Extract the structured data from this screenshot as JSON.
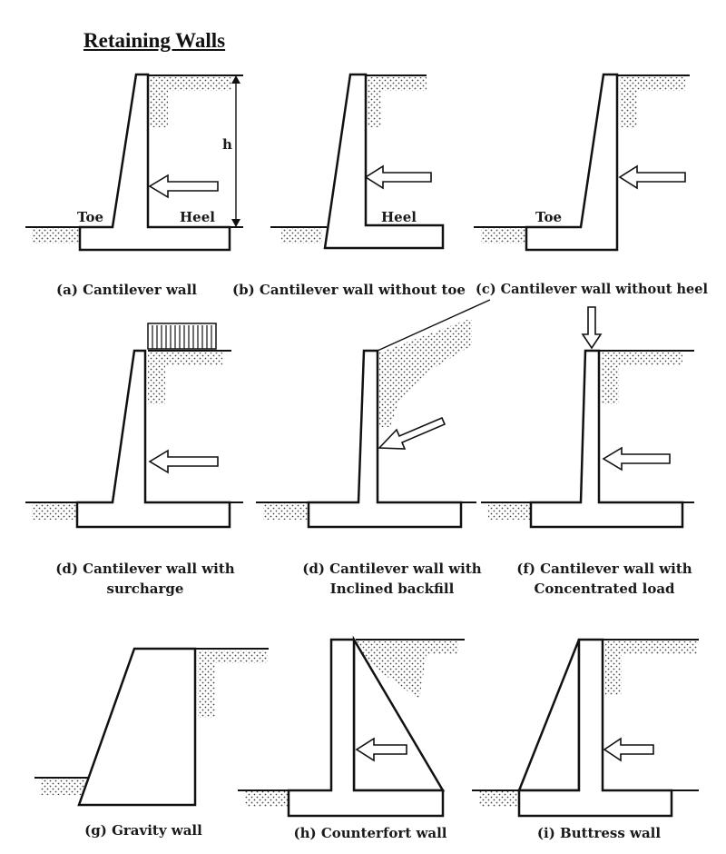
{
  "title": "Retaining Walls",
  "labels": {
    "toe": "Toe",
    "heel": "Heel",
    "height": "h"
  },
  "walls": [
    {
      "id": "a",
      "lines": [
        "(a) Cantilever wall"
      ]
    },
    {
      "id": "b",
      "lines": [
        "(b) Cantilever wall without toe"
      ]
    },
    {
      "id": "c",
      "lines": [
        "(c) Cantilever wall without heel"
      ]
    },
    {
      "id": "d1",
      "lines": [
        "(d) Cantilever wall with",
        "surcharge"
      ]
    },
    {
      "id": "d2",
      "lines": [
        "(d) Cantilever wall with",
        "Inclined backfill"
      ]
    },
    {
      "id": "f",
      "lines": [
        "(f) Cantilever wall with",
        "Concentrated load"
      ]
    },
    {
      "id": "g",
      "lines": [
        "(g) Gravity wall"
      ]
    },
    {
      "id": "h",
      "lines": [
        "(h) Counterfort wall"
      ]
    },
    {
      "id": "i",
      "lines": [
        "(i) Buttress wall"
      ]
    }
  ]
}
